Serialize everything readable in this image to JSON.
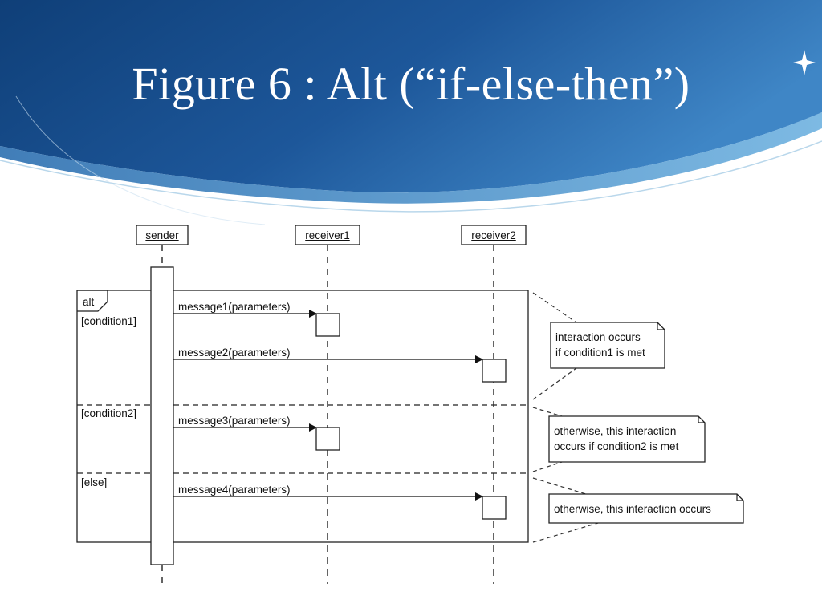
{
  "slide": {
    "title": "Figure 6 : Alt (“if-else-then”)"
  },
  "colors": {
    "header_dark": "#0f3f78",
    "header_mid": "#2a66a6",
    "header_light": "#5da3d8",
    "accent_line": "#a8cde6"
  },
  "icons": {
    "slide_marker": "sparkle-star-icon"
  },
  "diagram": {
    "lifelines": [
      {
        "label": "sender"
      },
      {
        "label": "receiver1"
      },
      {
        "label": "receiver2"
      }
    ],
    "fragment": {
      "operator": "alt"
    },
    "guards": [
      "[condition1]",
      "[condition2]",
      "[else]"
    ],
    "messages": [
      {
        "label": "message1(parameters)"
      },
      {
        "label": "message2(parameters)"
      },
      {
        "label": "message3(parameters)"
      },
      {
        "label": "message4(parameters)"
      }
    ],
    "notes": [
      {
        "lines": [
          "interaction occurs",
          "if condition1 is met"
        ]
      },
      {
        "lines": [
          "otherwise, this interaction",
          "occurs if condition2 is met"
        ]
      },
      {
        "lines": [
          "otherwise, this interaction occurs"
        ]
      }
    ]
  }
}
